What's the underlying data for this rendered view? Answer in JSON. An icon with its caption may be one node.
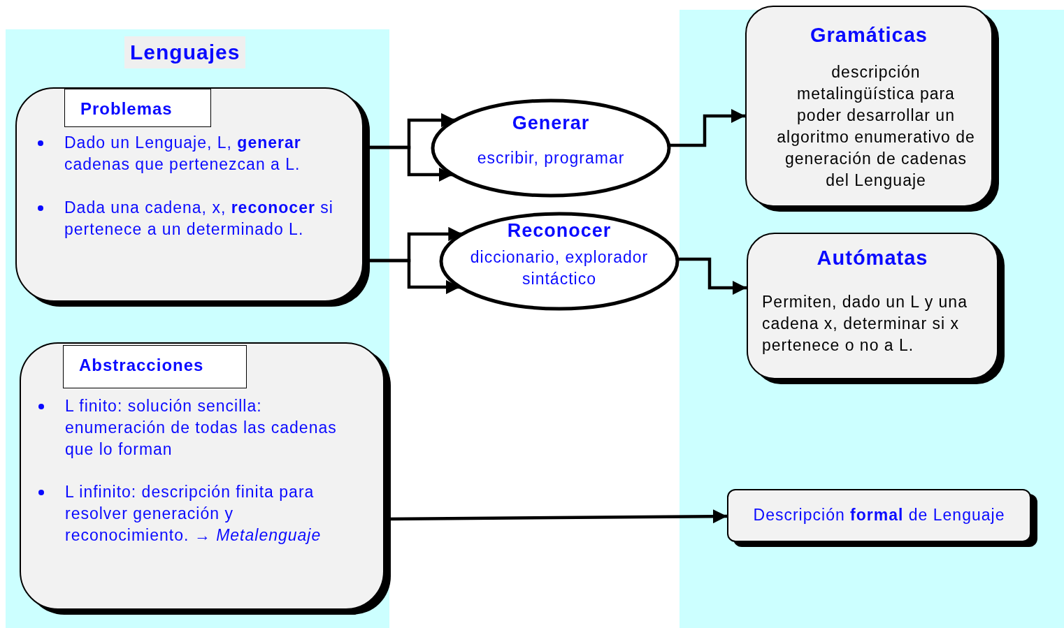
{
  "diagram": {
    "nodes": [
      {
        "text": [
          "Lenguajes"
        ]
      },
      {
        "text": [
          "Problemas",
          "Dado un Lenguaje, L, **generar** cadenas que pertenezcan a L.",
          "Dada una cadena, x, **reconocer** si pertenece a un determinado L."
        ],
        "in": 0
      },
      {
        "text": [
          "Abstracciones",
          "L finito: solución sencilla: enumeración de todas las cadenas que lo forman",
          "L infinito: descripción finita para resolver generación y reconocimiento. → *Metalenguaje*"
        ],
        "in": 0
      },
      {
        "text": [
          "Generar",
          "escribir, programar"
        ]
      },
      {
        "text": [
          "Reconocer",
          "diccionario, explorador sintáctico"
        ]
      },
      {
        "text": [],
        "shape": "box"
      },
      {
        "text": [
          "Gramáticas",
          "descripción metalingüística para poder desarrollar un algoritmo enumerativo de generación de cadenas del Lenguaje"
        ],
        "in": 5
      },
      {
        "text": [
          "Autómatas",
          "Permiten, dado un L y una cadena x, determinar si x pertenece o no a L."
        ],
        "in": 5
      },
      {
        "text": [
          "Descripción **formal** de Lenguaje"
        ],
        "in": 5
      }
    ],
    "edges": [
      {
        "from": 1,
        "to": 3,
        "arrow": "to"
      },
      {
        "from": 1,
        "to": 3,
        "arrow": "to"
      },
      {
        "from": 1,
        "to": 4,
        "arrow": "to"
      },
      {
        "from": 1,
        "to": 4,
        "arrow": "to"
      },
      {
        "from": 3,
        "to": 6,
        "arrow": "to"
      },
      {
        "from": 4,
        "to": 7,
        "arrow": "to"
      },
      {
        "from": 2,
        "to": 8,
        "arrow": "to"
      }
    ]
  }
}
